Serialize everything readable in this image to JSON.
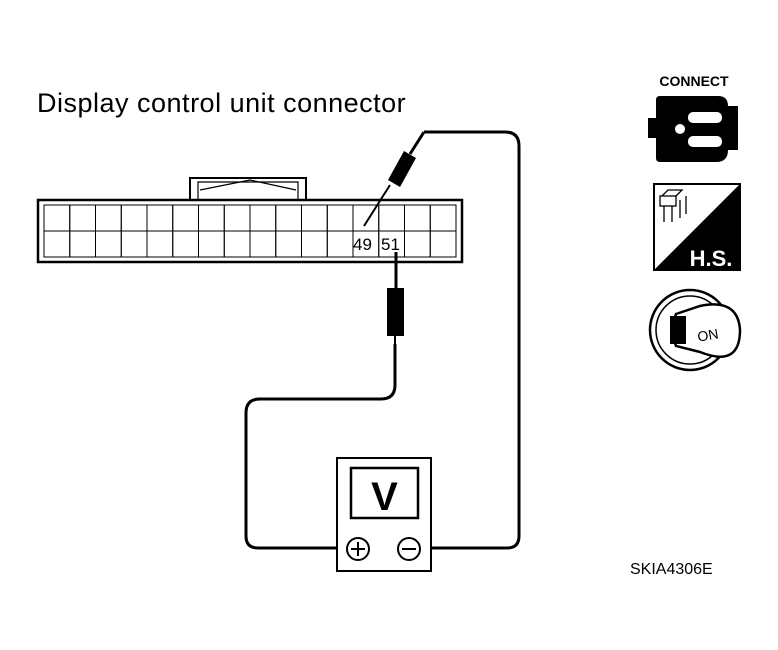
{
  "diagram": {
    "title": "Display control unit connector",
    "pins": {
      "left": "49",
      "right": "51"
    },
    "meter": {
      "label": "V",
      "plus": "⊕",
      "minus": "⊖"
    },
    "icons": {
      "connect_label": "CONNECT",
      "hs_label": "H.S.",
      "on_label": "ON"
    },
    "figure_code": "SKIA4306E"
  }
}
